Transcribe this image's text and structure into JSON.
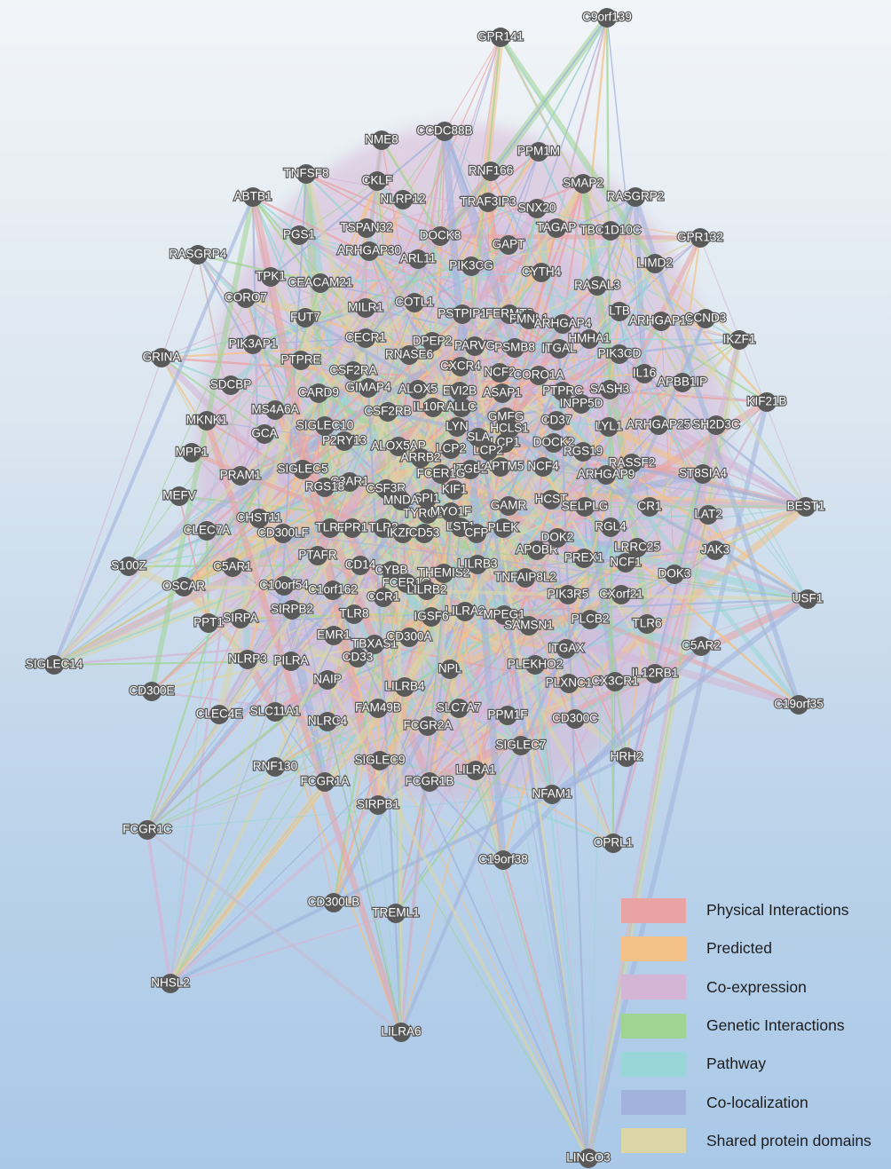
{
  "genes": [
    "C9orf139",
    "GPR141",
    "CCDC88B",
    "NME8",
    "PPM1M",
    "RNF166",
    "TNFSF8",
    "CKLF",
    "SMAP2",
    "ABTB1",
    "NLRP12",
    "TRAF3IP3",
    "RASGRP2",
    "SNX20",
    "TSPAN32",
    "TAGAP",
    "TBC1D10C",
    "GPR132",
    "PGS1",
    "DOCK8",
    "GAPT",
    "RASGRP4",
    "ARHGAP30",
    "ARL11",
    "LIMD2",
    "PIK3CG",
    "CYTH4",
    "TPK1",
    "CEACAM21",
    "CORO7",
    "RASAL3",
    "COTL1",
    "MILR1",
    "PSTPIP1",
    "FERMT3",
    "LTB",
    "FUT7",
    "FMNL1",
    "ARHGAP4",
    "ARHGAP15",
    "CCND3",
    "HMHA1",
    "IKZF1",
    "DPEP2",
    "PIK3AP1",
    "CECR1",
    "PARVG",
    "PSMB8",
    "PIK3CD",
    "GRINA",
    "RNASE6",
    "ITGAL",
    "PTPRE",
    "IL16",
    "CXCR4",
    "NCF2",
    "CORO1A",
    "APBB1IP",
    "SDCBP",
    "CSF2RA",
    "EVI2B",
    "ASAP1",
    "PTPRC",
    "SASH3",
    "CARD9",
    "GIMAP4",
    "ALOX5",
    "INPP5D",
    "KIF21B",
    "MS4A6A",
    "IL10RA",
    "LYL1",
    "ARHGAP25",
    "SH2D3C",
    "MKNK1",
    "CSF2RB",
    "ALLC",
    "GMFG",
    "CD37",
    "GCA",
    "SIGLEC10",
    "LYN",
    "HCLS1",
    "P2RY13",
    "ALOX5AP",
    "LCP2",
    "SLA",
    "LCP1",
    "DOCK2",
    "MPP1",
    "RGS19",
    "ARRB2",
    "RASSF2",
    "ITGB2",
    "LAPTM5",
    "LCP2",
    "SIGLEC5",
    "ARHGAP9",
    "ST8SIA4",
    "PRAM1",
    "C3AR1",
    "RGS18",
    "SPI1",
    "CSF3R",
    "NCF4",
    "KIF1",
    "MNDA",
    "FCER1G",
    "MEFV",
    "TYROBP",
    "GAMR",
    "HCST",
    "CR1",
    "SELPLG",
    "CHST11",
    "MYO1F",
    "LST1",
    "BEST1",
    "CD300LF",
    "RGL4",
    "LAT2",
    "CLEC7A",
    "TLR1",
    "FPR1",
    "TLR2",
    "CFP",
    "PLEK",
    "IKZF3",
    "CD53",
    "APOBR",
    "DOK2",
    "LRRC25",
    "S100Z",
    "PTAFR",
    "CD14",
    "CYBB",
    "THEMIS2",
    "LILRB3",
    "PREX1",
    "NCF1",
    "JAK3",
    "C5AR1",
    "DOK3",
    "OSCAR",
    "C10orf54",
    "C1orf162",
    "FCER1G",
    "LILRB2",
    "TNFAIP8L2",
    "PIK3R5",
    "CXorf21",
    "USF1",
    "PPT1",
    "SIRPA",
    "SIRPB2",
    "CCR1",
    "TLR8",
    "LILRA2",
    "IGSF6",
    "MPEG1",
    "SAMSN1",
    "PLCB2",
    "TLR6",
    "EMR1",
    "TBXAS1",
    "ITGAX",
    "C5AR2",
    "SIGLEC14",
    "NLRP3",
    "PILRA",
    "CD33",
    "CD300A",
    "PLEKHO2",
    "NPL",
    "CD300C",
    "IL12RB1",
    "CX3CR1",
    "PLXNC1",
    "CD300E",
    "NAIP",
    "LILRB4",
    "FAM49B",
    "SLC7A7",
    "SLC11A1",
    "CLEC4E",
    "PPM1F",
    "C19orf35",
    "NLRC4",
    "FCGR2A",
    "SIGLEC7",
    "HRH2",
    "RNF130",
    "FCGR1A",
    "SIGLEC9",
    "LILRA1",
    "FCGR1B",
    "NFAM1",
    "SIRPB1",
    "FCGR1C",
    "OPRL1",
    "C19orf38",
    "CD300LB",
    "TREML1",
    "NHSL2",
    "LILRA6",
    "LINGO3"
  ],
  "legend": [
    {
      "label": "Physical Interactions",
      "color": "#eaa3a3"
    },
    {
      "label": "Predicted",
      "color": "#f3c187"
    },
    {
      "label": "Co-expression",
      "color": "#d5b5d6"
    },
    {
      "label": "Genetic Interactions",
      "color": "#9fd491"
    },
    {
      "label": "Pathway",
      "color": "#99d6d7"
    },
    {
      "label": "Co-localization",
      "color": "#a1b3dc"
    },
    {
      "label": "Shared protein domains",
      "color": "#dbd6a6"
    }
  ],
  "style": {
    "node_color": "#5a5a5a",
    "edge_colors": [
      "#d5b5d6",
      "#9fd491",
      "#99d6d7",
      "#a1b3dc",
      "#dbd6a6",
      "#f3c187",
      "#eaa3a3"
    ]
  }
}
